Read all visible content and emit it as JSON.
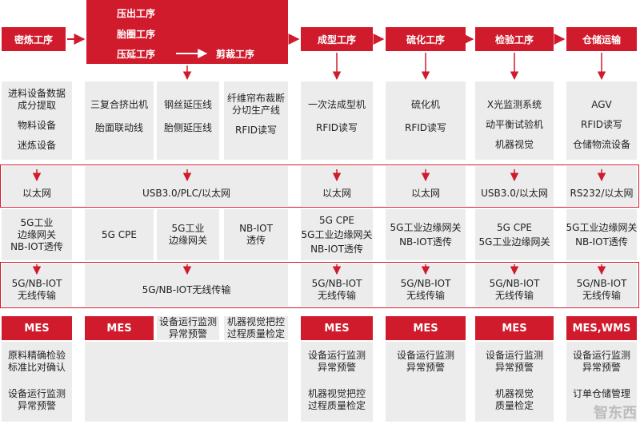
{
  "headers": {
    "col1": "密炼工序",
    "col2_line1": "压出工序",
    "col2_line2": "胎圈工序",
    "col2_line3": "压延工序",
    "col2_cut": "剪裁工序",
    "col5": "成型工序",
    "col6": "硫化工序",
    "col7": "检验工序",
    "col8": "仓储运输"
  },
  "equipment": {
    "col1": [
      "进料设备数据",
      "成分提取",
      "物料设备",
      "迷炼设备"
    ],
    "col2": [
      "三复合挤出机",
      "胎面联动线"
    ],
    "col3": [
      "钢丝延压线",
      "胎侧延压线"
    ],
    "col4": [
      "纤维帘布裁断",
      "分切生产线",
      "RFID读写"
    ],
    "col5": [
      "一次法成型机",
      "RFID读写"
    ],
    "col6": [
      "硫化机",
      "RFID读写"
    ],
    "col7": [
      "X光监测系统",
      "动平衡试验机",
      "机器视觉"
    ],
    "col8": [
      "AGV",
      "RFID读写",
      "仓储物流设备"
    ]
  },
  "network": {
    "col1": "以太网",
    "col2_4": "USB3.0/PLC/以太网",
    "col5": "以太网",
    "col6": "以太网",
    "col7": "USB3.0/以太网",
    "col8": "RS232/以太网"
  },
  "gateway": {
    "col1": [
      "5G工业",
      "边缘网关",
      "NB-IOT透传"
    ],
    "col2": [
      "5G CPE"
    ],
    "col3": [
      "5G工业",
      "边缘网关"
    ],
    "col4": [
      "NB-IOT",
      "透传"
    ],
    "col5": [
      "5G CPE",
      "5G工业边缘网关",
      "NB-IOT透传"
    ],
    "col6": [
      "5G工业边缘网关",
      "NB-IOT透传"
    ],
    "col7": [
      "5G CPE",
      "5G工业边缘网关"
    ],
    "col8": [
      "5G工业边缘网关",
      "NB-IOT透传"
    ]
  },
  "wireless": {
    "col1": [
      "5G/NB-IOT",
      "无线传输"
    ],
    "col2_4": "5G/NB-IOT无线传输",
    "col5": [
      "5G/NB-IOT",
      "无线传输"
    ],
    "col6": [
      "5G/NB-IOT",
      "无线传输"
    ],
    "col7": [
      "5G/NB-IOT",
      "无线传输"
    ],
    "col8": [
      "5G/NB-IOT",
      "无线传输"
    ]
  },
  "systems": {
    "col1": "MES",
    "col2": "MES",
    "col3": [
      "设备运行监测",
      "异常预警"
    ],
    "col4": [
      "机器视觉把控",
      "过程质量检定"
    ],
    "col5": "MES",
    "col6": "MES",
    "col7": "MES",
    "col8": "MES,WMS"
  },
  "applications": {
    "col1": [
      "原料精确检验",
      "标准比对确认",
      "设备运行监测",
      "异常预警"
    ],
    "col5": [
      "设备运行监测",
      "异常预警",
      "机器视觉把控",
      "过程质量检定"
    ],
    "col6": [
      "设备运行监测",
      "异常预警"
    ],
    "col7": [
      "设备运行监测",
      "异常预警",
      "机器视觉",
      "质量检定"
    ],
    "col8": [
      "设备运行监测",
      "异常预警",
      "订单仓储管理"
    ]
  },
  "watermark": "智东西",
  "colors": {
    "accent": "#d01b2c",
    "cell": "#ececec"
  }
}
